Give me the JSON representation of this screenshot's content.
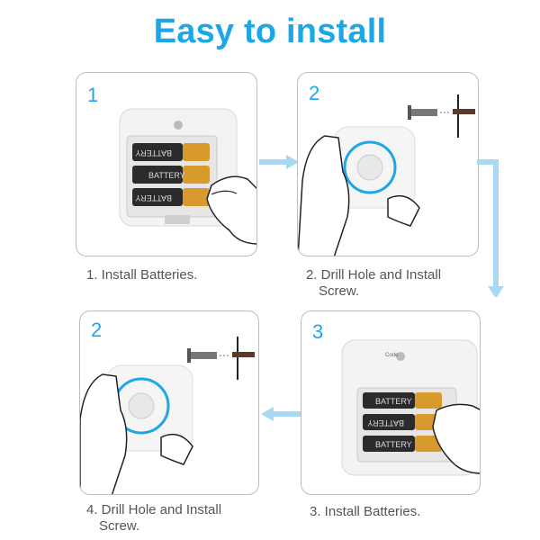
{
  "title": "Easy to install",
  "panels": [
    {
      "step": "1",
      "caption": [
        "1. Install Batteries."
      ]
    },
    {
      "step": "2",
      "caption": [
        "2. Drill Hole and Install",
        "Screw."
      ]
    },
    {
      "step": "3",
      "caption": [
        "3. Install Batteries."
      ]
    },
    {
      "step": "2",
      "caption": [
        "4. Drill Hole and Install",
        "Screw."
      ]
    }
  ],
  "battery_label": "BATTERY",
  "code_label": "Code",
  "colors": {
    "accent": "#1ea7e6",
    "arrow": "#a9d8f3",
    "battery_gold": "#d89a2c",
    "battery_dark": "#2b2b2b"
  }
}
